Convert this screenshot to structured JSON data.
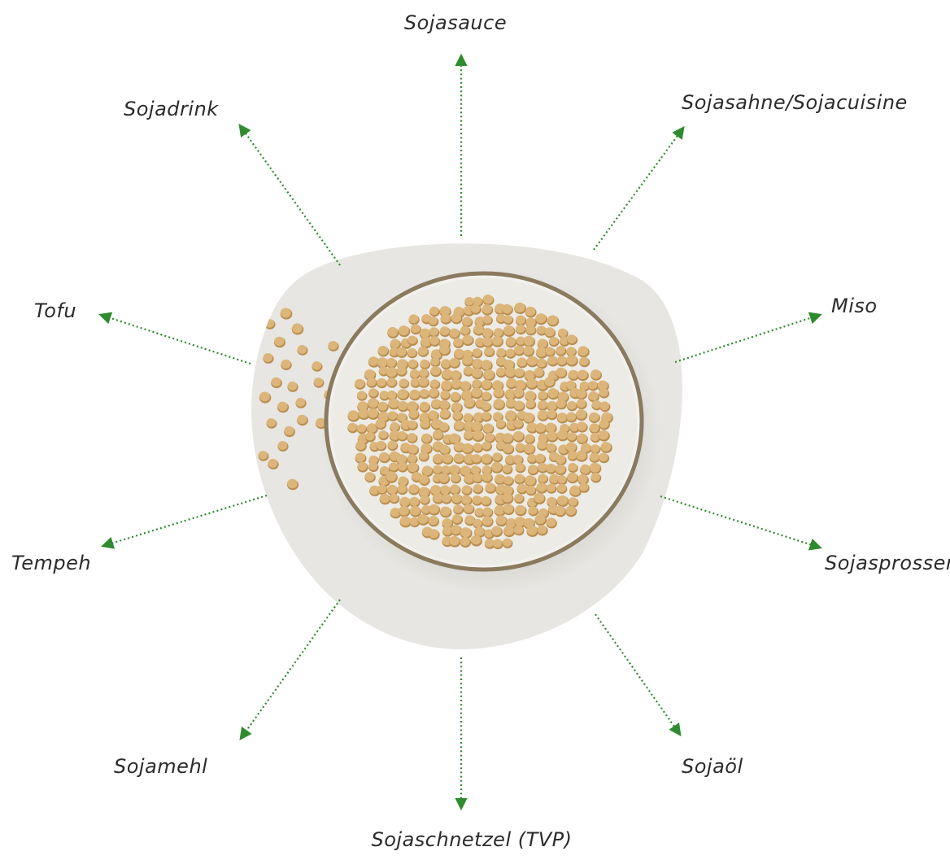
{
  "diagram": {
    "colors": {
      "arrow": "#2e8b2e",
      "blob_background": "#e7e6e2",
      "bowl_rim": "#8a7a5e",
      "bowl_inner": "#ecebe6",
      "soybean": "#dcb57a",
      "soybean_shadow": "#b98d4e",
      "label_text": "#2b2b2b"
    },
    "center_image": {
      "subject": "bowl of soybeans",
      "icon": "soybean-bowl-image"
    },
    "products": [
      {
        "label": "Sojasauce"
      },
      {
        "label": "Sojasahne/Sojacuisine"
      },
      {
        "label": "Miso"
      },
      {
        "label": "Sojasprossen"
      },
      {
        "label": "Sojaöl"
      },
      {
        "label": "Sojaschnetzel (TVP)"
      },
      {
        "label": "Sojamehl"
      },
      {
        "label": "Tempeh"
      },
      {
        "label": "Tofu"
      },
      {
        "label": "Sojadrink"
      }
    ]
  }
}
